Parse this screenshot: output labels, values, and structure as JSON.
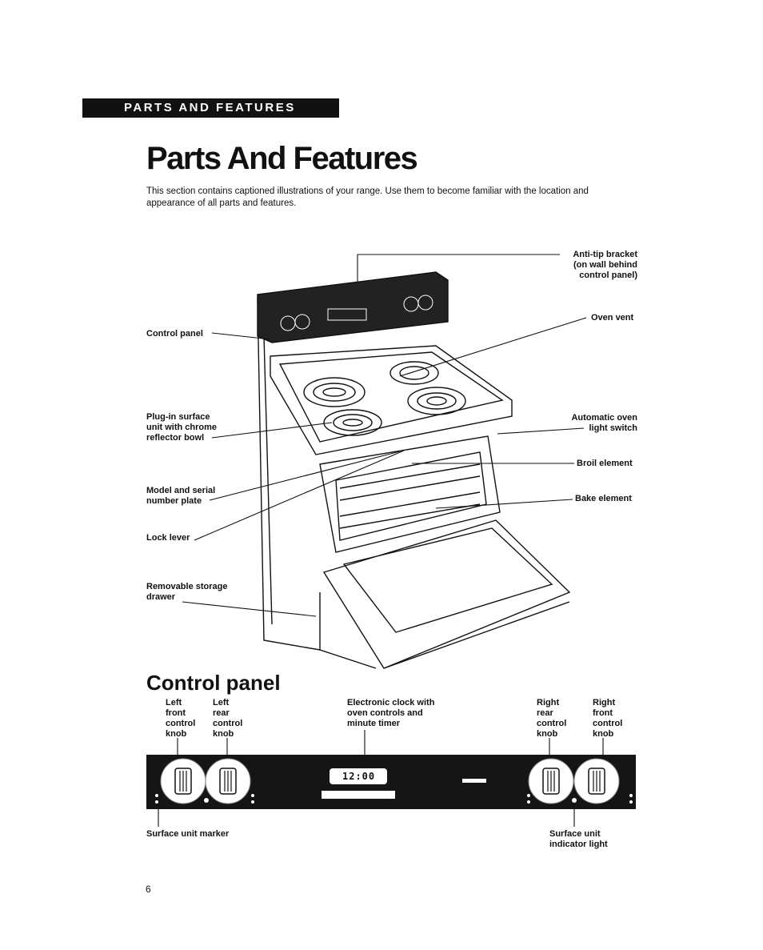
{
  "banner": "PARTS AND FEATURES",
  "title": "Parts And Features",
  "intro": "This section contains captioned illustrations of your range. Use them to become familiar with the location and appearance of all parts and features.",
  "range_labels": {
    "anti_tip": [
      "Anti-tip bracket",
      "(on wall behind",
      "control panel)"
    ],
    "oven_vent": "Oven vent",
    "control_panel": "Control panel",
    "plug_in": [
      "Plug-in surface",
      "unit with chrome",
      "reflector bowl"
    ],
    "auto_light": [
      "Automatic oven",
      "light switch"
    ],
    "broil": "Broil element",
    "model_serial": [
      "Model and serial",
      "number plate"
    ],
    "bake": "Bake element",
    "lock_lever": "Lock lever",
    "storage": [
      "Removable storage",
      "drawer"
    ]
  },
  "control_panel_heading": "Control panel",
  "panel_labels": {
    "left_front": [
      "Left",
      "front",
      "control",
      "knob"
    ],
    "left_rear": [
      "Left",
      "rear",
      "control",
      "knob"
    ],
    "clock": [
      "Electronic clock with",
      "oven controls and",
      "minute timer"
    ],
    "right_rear": [
      "Right",
      "rear",
      "control",
      "knob"
    ],
    "right_front": [
      "Right",
      "front",
      "control",
      "knob"
    ],
    "surface_marker": "Surface unit marker",
    "indicator_light": [
      "Surface unit",
      "indicator light"
    ]
  },
  "clock_display": "12:00",
  "page_number": "6"
}
